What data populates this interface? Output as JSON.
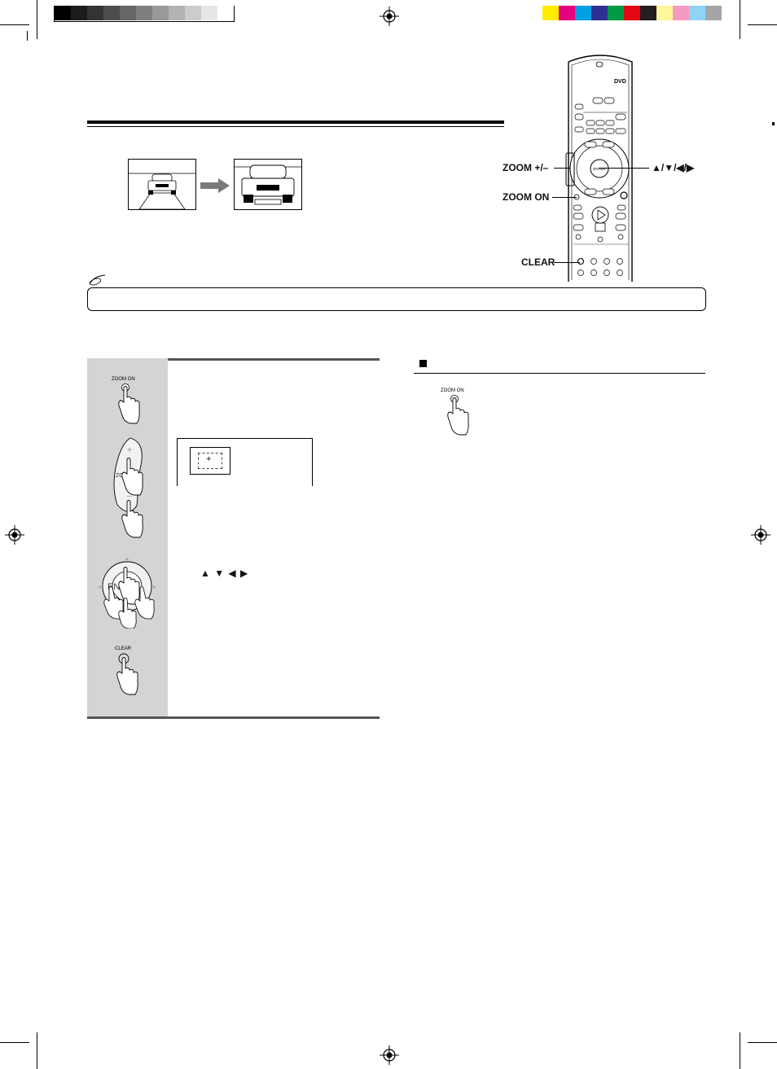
{
  "color_bar": {
    "grays": [
      "#000000",
      "#1c1c1c",
      "#333333",
      "#4d4d4d",
      "#666666",
      "#7f7f7f",
      "#999999",
      "#b3b3b3",
      "#cccccc",
      "#e6e6e6",
      "#ffffff"
    ],
    "colors": [
      "#ffed00",
      "#e5007e",
      "#00a0e4",
      "#2e3192",
      "#009a44",
      "#e30613",
      "#231f20",
      "#fff59b",
      "#f49ac1",
      "#8fd3f5",
      "#a5a5a5"
    ]
  },
  "remote_callouts": {
    "zoom_plus_minus": "ZOOM +/–",
    "arrows": "▲/▼/◀/▶",
    "zoom_on": "ZOOM ON",
    "clear": "CLEAR"
  },
  "remote_buttons": {
    "enter": "ENTER",
    "dvd": "DVD"
  },
  "osd": {
    "symbol": "+"
  },
  "steps": {
    "zoom_on_label": "ZOOM ON",
    "zoom_dial_label": "ZOOM",
    "enter_label": "ENT",
    "clear_label": "CLEAR",
    "arrow_glyphs": "▲ ▼ ◀ ▶"
  },
  "right_section": {
    "zoom_on_label": "ZOOM ON"
  },
  "icons": [
    "registration-mark-icon",
    "hand-press-icon",
    "car-icon",
    "arrow-right-icon",
    "note-icon"
  ]
}
